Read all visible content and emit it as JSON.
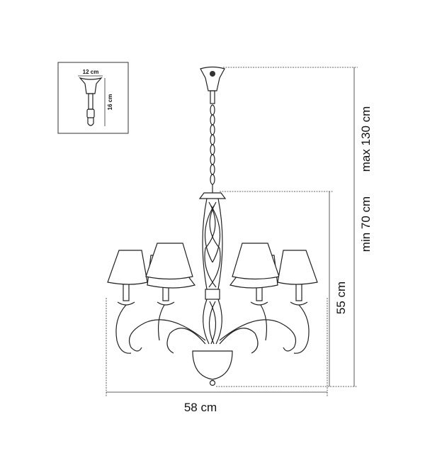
{
  "inset": {
    "width_label": "12 cm",
    "height_label": "16 cm"
  },
  "dimensions": {
    "width": "58 cm",
    "body_height": "55 cm",
    "min_height": "min 70 cm",
    "max_height": "max 130 cm"
  }
}
